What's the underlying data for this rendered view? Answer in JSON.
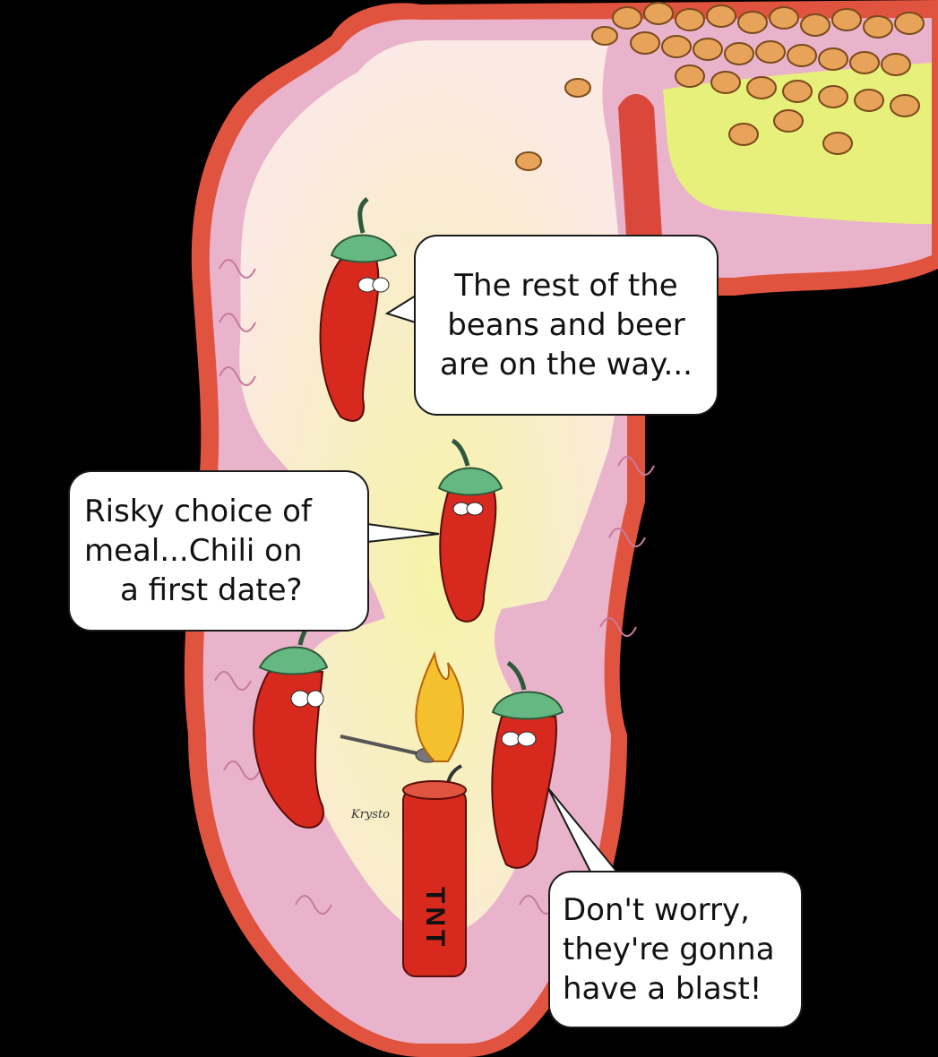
{
  "bubbles": {
    "beans": {
      "lines": [
        "The rest of the",
        "beans and beer",
        "are on the way..."
      ]
    },
    "risky": {
      "lines": [
        "Risky choice of",
        "meal...Chili on",
        "a first date?"
      ]
    },
    "blast": {
      "lines": [
        "Don't worry,",
        "they're gonna",
        "have a blast!"
      ]
    }
  },
  "dynamite_label": "TNT",
  "signature": "Krysto",
  "colors": {
    "background": "#000000",
    "gut_wall": "#e0533f",
    "gut_lining": "#e9b3cc",
    "gut_inside": "#fbeae6",
    "pepper": "#d8291f",
    "pepper_cap": "#66b882",
    "bean": "#e8a35a",
    "bile": "#e6f07a",
    "flame": "#f5c02d"
  }
}
